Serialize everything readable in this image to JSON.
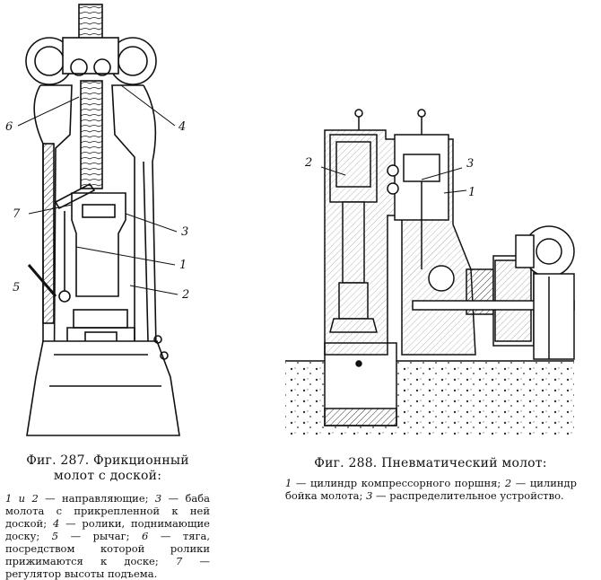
{
  "figure_287": {
    "title_line1": "Фиг. 287. Фрикционный",
    "title_line2": "молот с доской:",
    "legend": [
      {
        "num": "1 и 2",
        "text": "— направляющие;"
      },
      {
        "num": "3",
        "text": "— баба молота с прикрепленной к ней доской;"
      },
      {
        "num": "4",
        "text": "— ролики, поднимающие доску;"
      },
      {
        "num": "5",
        "text": "— рычаг;"
      },
      {
        "num": "6",
        "text": "— тяга, посредством которой ролики прижимаются к доске;"
      },
      {
        "num": "7",
        "text": "— регулятор высоты подъема."
      }
    ],
    "callouts": {
      "c1": "1",
      "c2": "2",
      "c3": "3",
      "c4": "4",
      "c5": "5",
      "c6": "6",
      "c7": "7"
    }
  },
  "figure_288": {
    "title": "Фиг. 288. Пневматический молот:",
    "legend": [
      {
        "num": "1",
        "text": "— цилиндр компрессорного поршня;"
      },
      {
        "num": "2",
        "text": "— цилиндр бойка молота;"
      },
      {
        "num": "3",
        "text": "— распределительное устройство."
      }
    ],
    "callouts": {
      "c1": "1",
      "c2": "2",
      "c3": "3"
    }
  },
  "colors": {
    "ink": "#111111",
    "paper": "#ffffff",
    "hatch": "#555555"
  }
}
